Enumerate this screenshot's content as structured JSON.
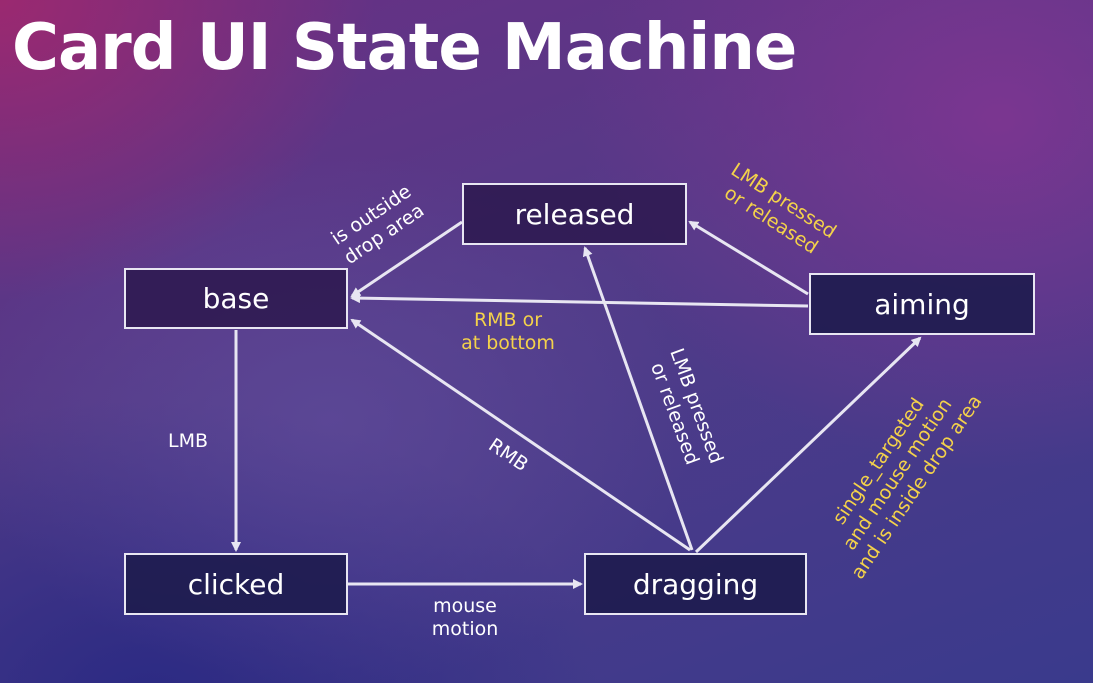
{
  "title": "Card UI State Machine",
  "states": {
    "base": "base",
    "released": "released",
    "aiming": "aiming",
    "clicked": "clicked",
    "dragging": "dragging"
  },
  "transitions": {
    "base_to_clicked": [
      "LMB"
    ],
    "clicked_to_dragging": [
      "mouse",
      "motion"
    ],
    "released_to_base": [
      "is outside",
      "drop area"
    ],
    "aiming_to_released": [
      "LMB pressed",
      "or released"
    ],
    "aiming_to_base": [
      "RMB or",
      "at bottom"
    ],
    "dragging_to_base": [
      "RMB"
    ],
    "dragging_to_released": [
      "LMB pressed",
      "or released"
    ],
    "dragging_to_aiming": [
      "single_targeted",
      "and mouse motion",
      "and is inside drop area"
    ]
  },
  "colors": {
    "condition_label": "#f4d24a",
    "action_label": "#ffffff",
    "arrow": "#e8e6f2"
  }
}
